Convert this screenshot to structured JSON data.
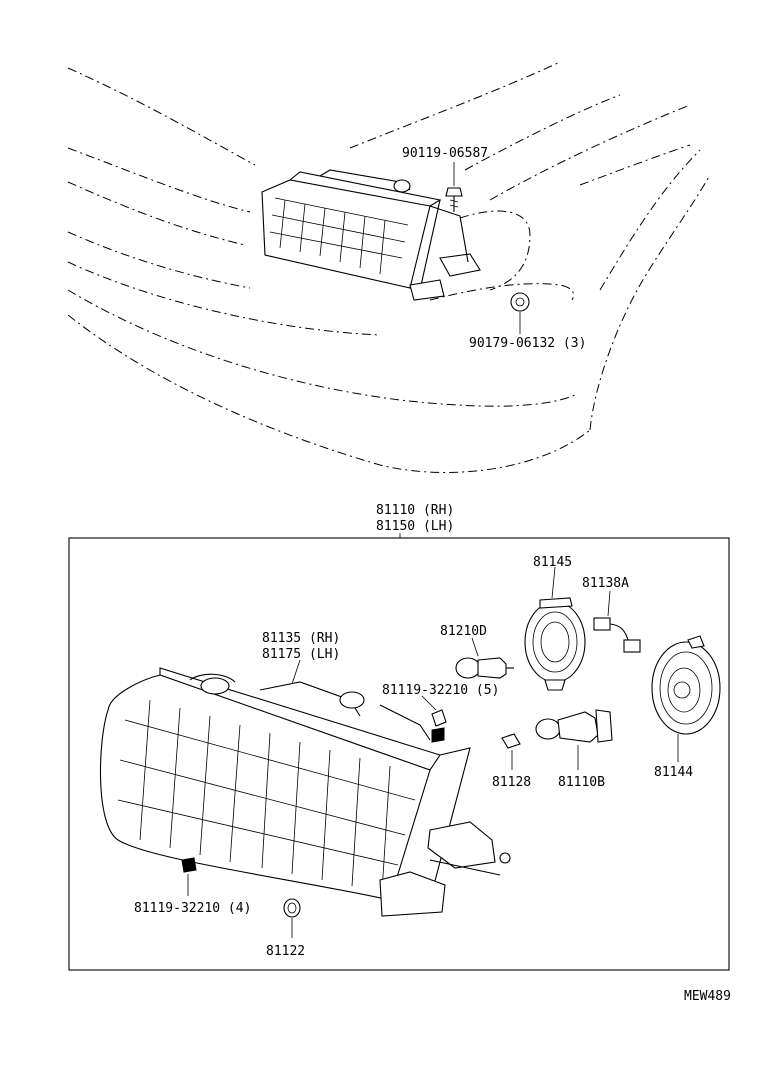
{
  "top_view": {
    "callouts": {
      "bolt_top": "90119-06587",
      "nut_top": "90179-06132 (3)"
    }
  },
  "detail_view": {
    "assembly_rh": "81110 (RH)",
    "assembly_lh": "81150 (LH)",
    "callouts": {
      "c81145": "81145",
      "c81138a": "81138A",
      "c81210d": "81210D",
      "c81135rh": "81135 (RH)",
      "c81175lh": "81175 (LH)",
      "c81119_5": "81119-32210 (5)",
      "c81128": "81128",
      "c81110b": "81110B",
      "c81144": "81144",
      "c81119_4": "81119-32210 (4)",
      "c81122": "81122"
    }
  },
  "figure_code": "MEW489"
}
